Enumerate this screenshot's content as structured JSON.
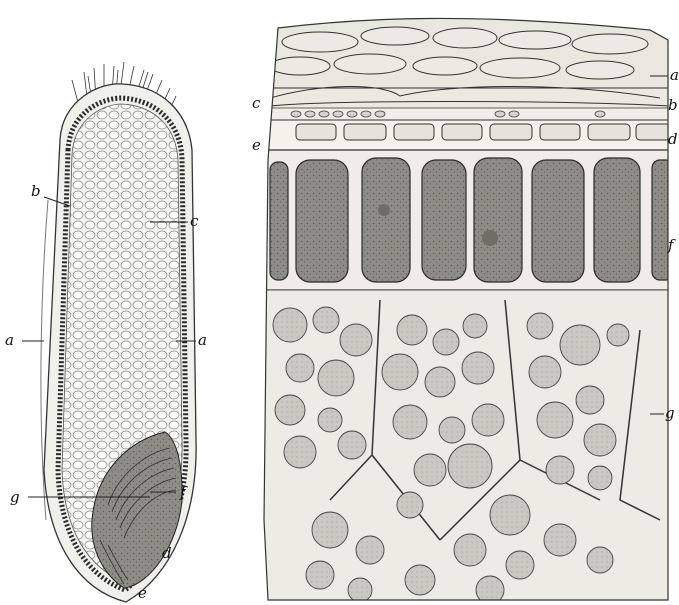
{
  "figure": {
    "left_labels": {
      "a_left": "a",
      "a_right": "a",
      "b": "b",
      "c": "c",
      "d": "d",
      "e": "e",
      "f": "f",
      "g": "g"
    },
    "right_labels": {
      "a": "a",
      "b": "b",
      "c": "c",
      "d": "d",
      "e": "e",
      "f": "f",
      "g": "g"
    }
  }
}
